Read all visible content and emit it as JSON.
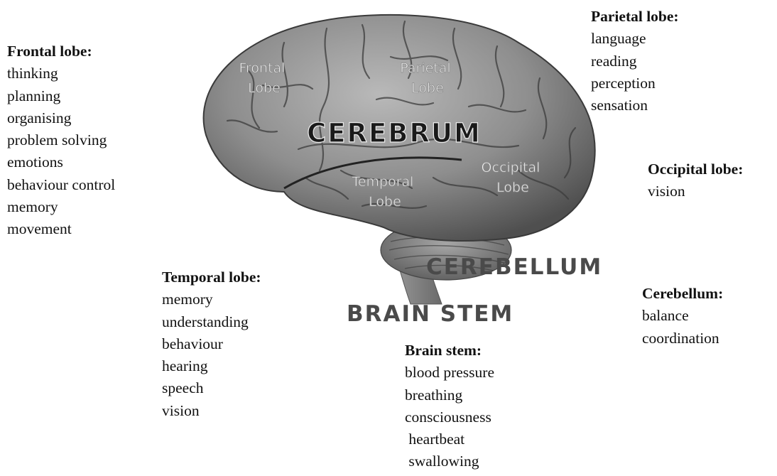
{
  "image_labels": {
    "frontal": [
      "Frontal",
      "Lobe"
    ],
    "parietal": [
      "Parietal",
      "Lobe"
    ],
    "temporal": [
      "Temporal",
      "Lobe"
    ],
    "occipital": [
      "Occipital",
      "Lobe"
    ],
    "cerebrum": "CEREBRUM",
    "cerebellum": "CEREBELLUM",
    "brain_stem": "BRAIN STEM"
  },
  "callouts": {
    "frontal": {
      "heading": "Frontal lobe:",
      "items": [
        "thinking",
        "planning",
        "organising",
        "problem solving",
        "emotions",
        "behaviour control",
        "memory",
        "movement"
      ]
    },
    "parietal": {
      "heading": "Parietal lobe:",
      "items": [
        "language",
        "reading",
        "perception",
        "sensation"
      ]
    },
    "occipital": {
      "heading": "Occipital lobe:",
      "items": [
        "vision"
      ]
    },
    "temporal": {
      "heading": "Temporal lobe:",
      "items": [
        "memory",
        "understanding",
        "behaviour",
        "hearing",
        "speech",
        "vision"
      ]
    },
    "cerebellum": {
      "heading": "Cerebellum:",
      "items": [
        "balance",
        "coordination"
      ]
    },
    "brain_stem": {
      "heading": "Brain stem:",
      "items": [
        "blood pressure",
        "breathing",
        "consciousness",
        " heartbeat",
        " swallowing"
      ]
    }
  }
}
